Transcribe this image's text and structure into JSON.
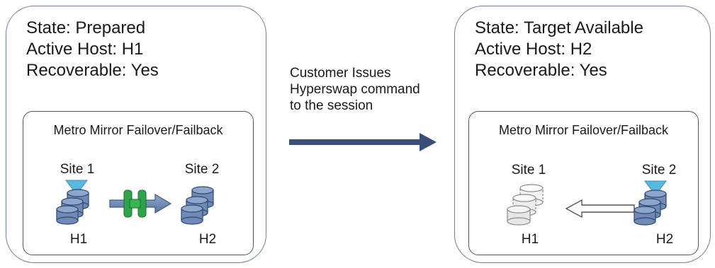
{
  "left": {
    "state": "State: Prepared",
    "active_host": "Active Host: H1",
    "recoverable": "Recoverable: Yes",
    "session_type": "Metro Mirror Failover/Failback",
    "site1_label": "Site 1",
    "site2_label": "Site 2",
    "host1_label": "H1",
    "host2_label": "H2",
    "link_badge": "H"
  },
  "middle": {
    "line1": "Customer Issues",
    "line2": "Hyperswap command",
    "line3": "to the session"
  },
  "right": {
    "state": "State: Target Available",
    "active_host": "Active Host: H2",
    "recoverable": "Recoverable: Yes",
    "session_type": "Metro Mirror Failover/Failback",
    "site1_label": "Site 1",
    "site2_label": "Site 2",
    "host1_label": "H1",
    "host2_label": "H2"
  },
  "colors": {
    "disk_fill": "#6f8bb5",
    "disk_dark": "#3f5a85",
    "active_marker": "#5ab8e0",
    "link_green": "#2fa24a",
    "main_arrow": "#3a4f78",
    "panel_border": "#6e7fa0"
  }
}
